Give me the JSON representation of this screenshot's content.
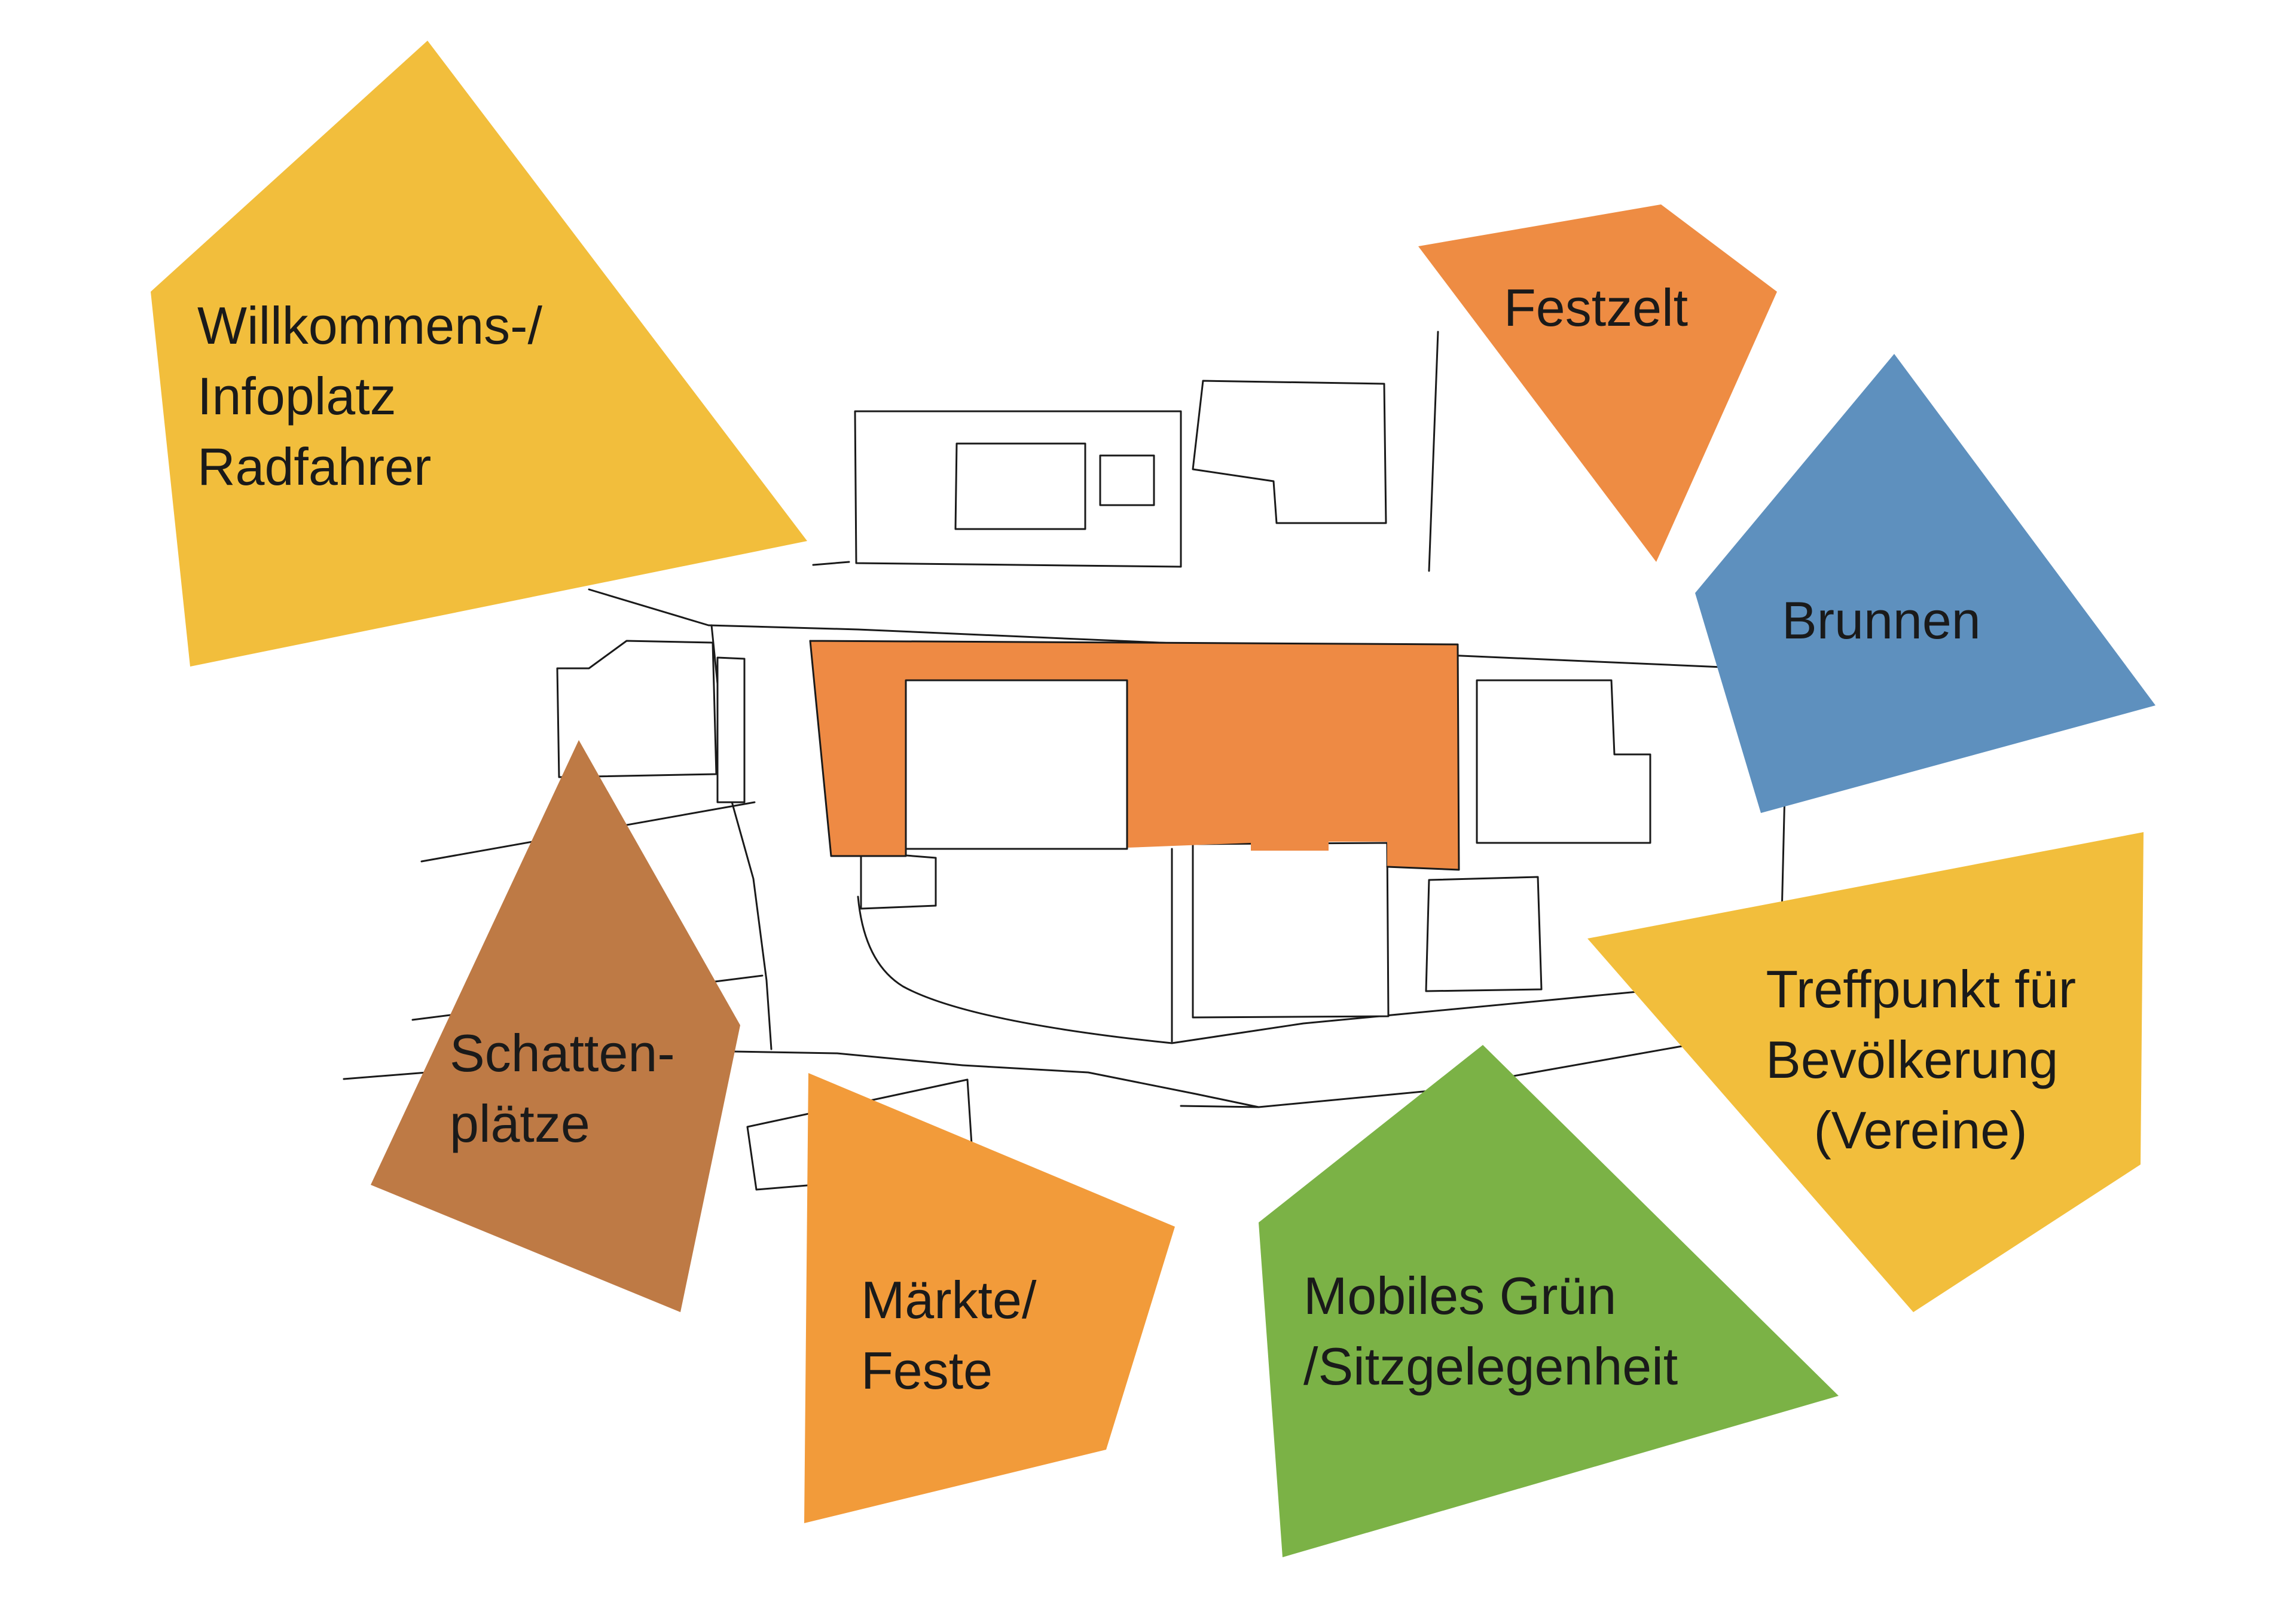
{
  "zones": [
    {
      "id": "willkommen",
      "lines": [
        "Willkommens-/",
        "Infoplatz",
        "Radfahrer"
      ],
      "color": "#F2BE3C"
    },
    {
      "id": "festzelt",
      "lines": [
        "Festzelt"
      ],
      "color": "#EE8C43"
    },
    {
      "id": "brunnen",
      "lines": [
        "Brunnen"
      ],
      "color": "#5E90BE"
    },
    {
      "id": "schatten",
      "lines": [
        "Schatten-",
        "plätze"
      ],
      "color": "#BE7A45"
    },
    {
      "id": "treffpunkt",
      "lines": [
        "Treffpunkt für",
        "Bevölkerung",
        "(Vereine)"
      ],
      "color": "#F2BE3C"
    },
    {
      "id": "maerkte",
      "lines": [
        "Märkte/",
        "Feste"
      ],
      "color": "#F29B3A"
    },
    {
      "id": "gruen",
      "lines": [
        "Mobiles Grün",
        "/Sitzgelegenheit"
      ],
      "color": "#7BB246"
    }
  ],
  "plaza": {
    "color": "#EE8A44"
  }
}
